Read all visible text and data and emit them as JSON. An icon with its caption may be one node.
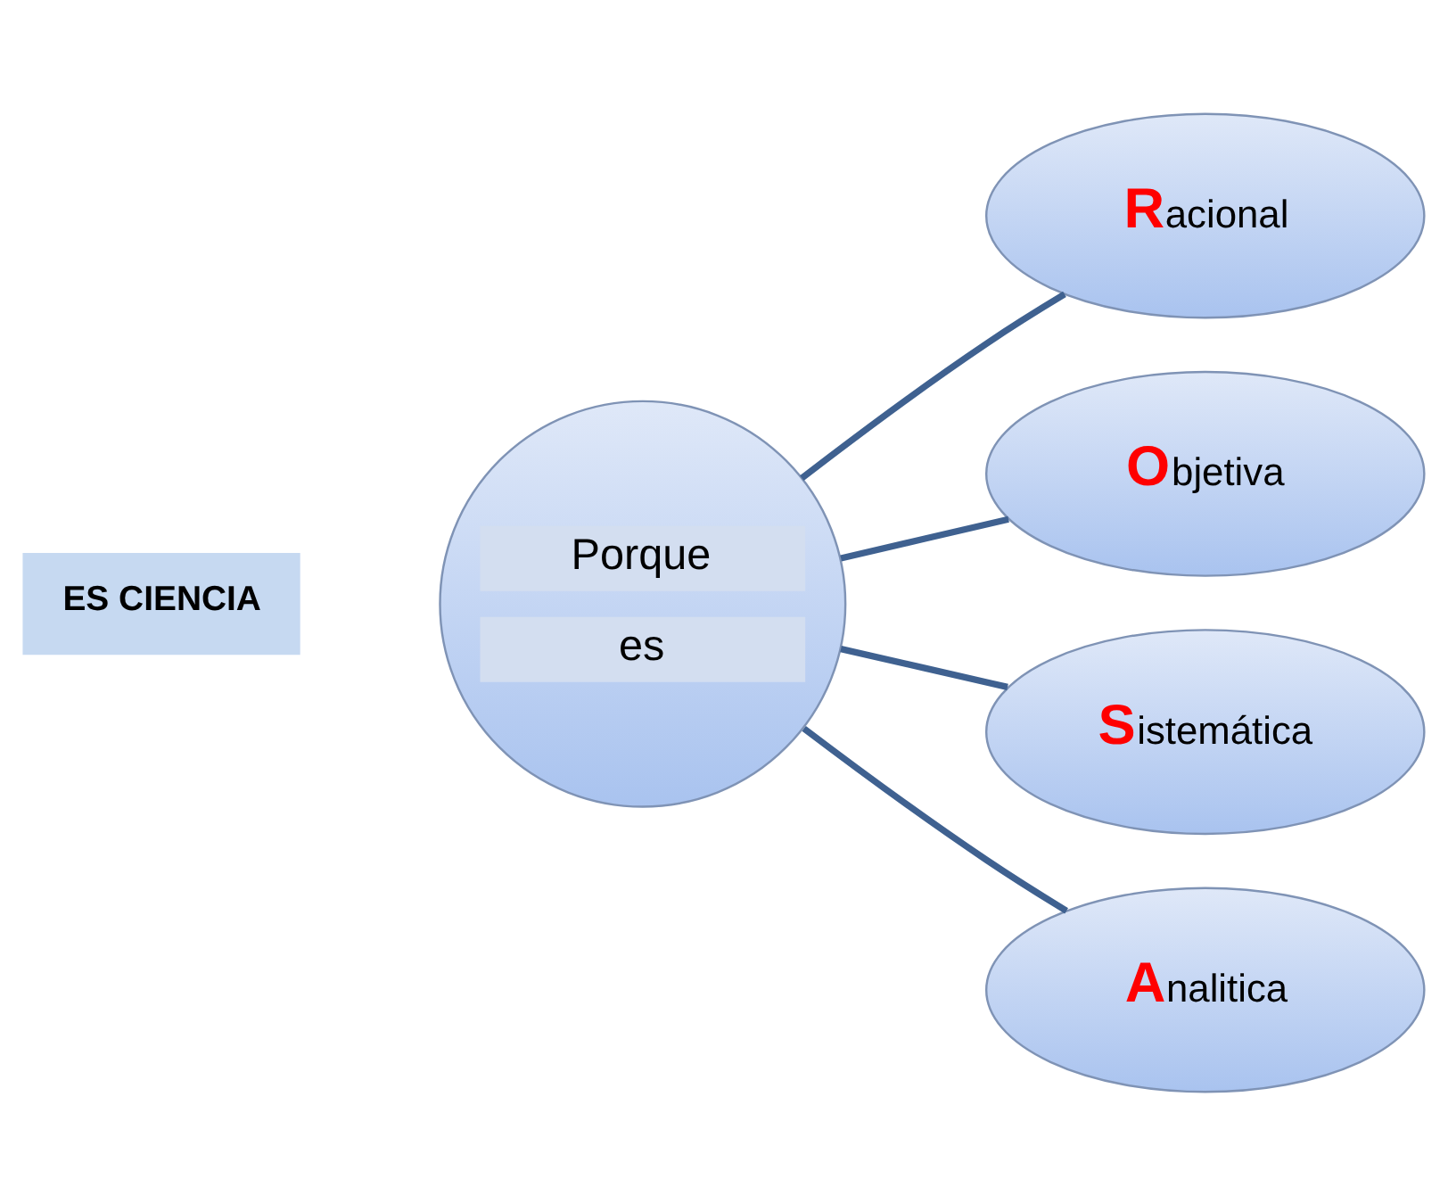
{
  "diagram": {
    "nodes": [
      {
        "text": [
          "ES CIENCIA"
        ]
      },
      {
        "text": [
          "Porque",
          "es"
        ]
      },
      {
        "text": [
          "**R**acional"
        ]
      },
      {
        "text": [
          "**O**bjetiva"
        ]
      },
      {
        "text": [
          "**S**istemática"
        ]
      },
      {
        "text": [
          "**A**nalitica"
        ]
      }
    ],
    "edges": [
      {
        "from": 1,
        "to": 2,
        "arrow": "none"
      },
      {
        "from": 1,
        "to": 3,
        "arrow": "none"
      },
      {
        "from": 1,
        "to": 4,
        "arrow": "none"
      },
      {
        "from": 1,
        "to": 5,
        "arrow": "none"
      }
    ]
  }
}
